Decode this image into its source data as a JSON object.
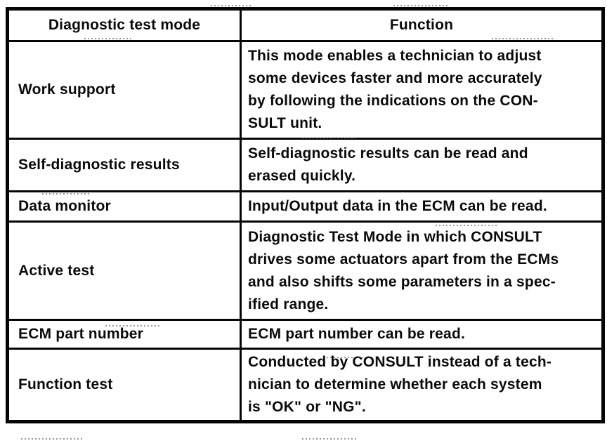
{
  "table": {
    "headers": [
      "Diagnostic test mode",
      "Function"
    ],
    "rows": [
      {
        "mode": "Work support",
        "function": "This mode enables a technician to adjust\nsome devices faster and more accurately\nby following the indications on the CON-\nSULT unit."
      },
      {
        "mode": "Self-diagnostic results",
        "function": "Self-diagnostic results can be read and\nerased quickly."
      },
      {
        "mode": "Data monitor",
        "function": "Input/Output data in the ECM can be read."
      },
      {
        "mode": "Active test",
        "function": "Diagnostic Test Mode in which CONSULT\ndrives some actuators apart from the ECMs\nand also shifts some parameters in a spec-\nified range."
      },
      {
        "mode": "ECM part number",
        "function": "ECM part number can be read."
      },
      {
        "mode": "Function test",
        "function": "Conducted by CONSULT instead of a tech-\nnician to determine whether each system\nis \"OK\" or \"NG\"."
      }
    ]
  },
  "colors": {
    "ink": "#0a0a0a",
    "paper": "#ffffff"
  }
}
